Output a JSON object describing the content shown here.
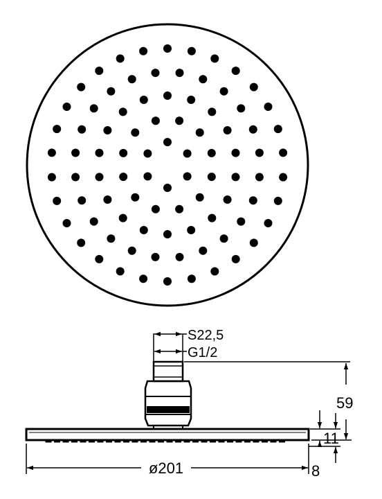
{
  "colors": {
    "ink": "#000000",
    "paper": "#ffffff"
  },
  "labels": {
    "wrench_size": "S22,5",
    "thread": "G1/2",
    "height": "59",
    "plate_thickness": "11",
    "nozzle_height": "8",
    "diameter": "ø201"
  }
}
